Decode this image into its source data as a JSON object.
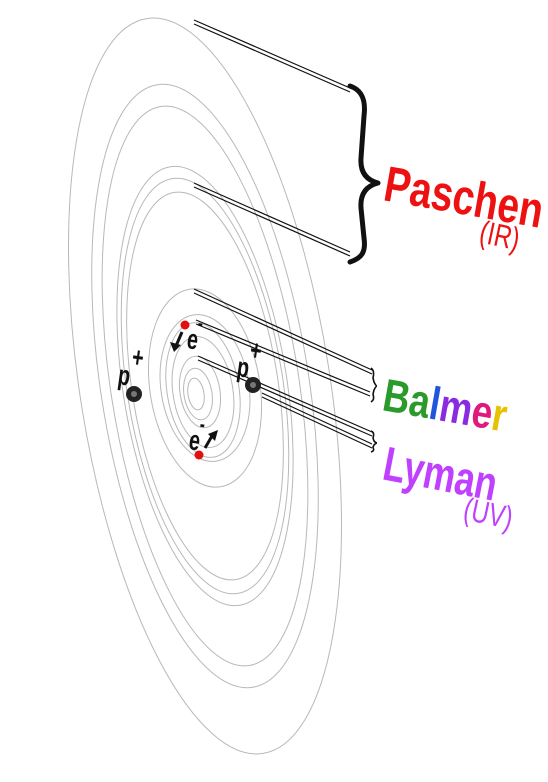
{
  "labels": {
    "paschen": "Paschen",
    "paschen_band": "(IR)",
    "balmer_letters": [
      {
        "ch": "B",
        "color": "#2a9a2a"
      },
      {
        "ch": "a",
        "color": "#2a9a2a"
      },
      {
        "ch": "l",
        "color": "#2255dd"
      },
      {
        "ch": "m",
        "color": "#8a2be2"
      },
      {
        "ch": "e",
        "color": "#e0197a"
      },
      {
        "ch": "r",
        "color": "#e8c200"
      }
    ],
    "lyman": "Lyman",
    "lyman_band": "(UV)",
    "proton_left": "p",
    "proton_right": "p",
    "electron_top": "e",
    "electron_bottom": "e",
    "plus_sign": "+",
    "minus_sign": "-"
  },
  "colors": {
    "paschen": "#ee1111",
    "lyman": "#c040ff",
    "orbit_stroke": "#b8b8b8",
    "electron": "#e01010",
    "ink": "#111111"
  }
}
